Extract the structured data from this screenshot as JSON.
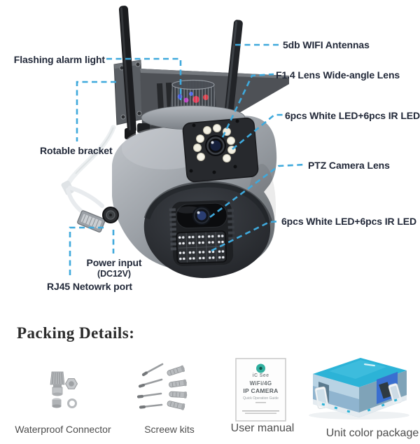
{
  "colors": {
    "callout_line": "#3fa9dc",
    "callout_text": "#222939",
    "heading_text": "#2b2b2b",
    "item_label_text": "#4d4d4d",
    "manual_teal": "#31b0a0",
    "box_teal": "#2cb3d7"
  },
  "callouts": {
    "flashing_alarm_light": "Flashing alarm light",
    "rotable_bracket": "Rotable bracket",
    "wifi_antennas": "5db WIFI Antennas",
    "wide_angle_lens": "F1.4 Lens Wide-angle Lens",
    "top_led": "6pcs White LED+6pcs IR LED",
    "ptz_lens": "PTZ Camera Lens",
    "bottom_led": "6pcs White LED+6pcs IR LED",
    "power_input": "Power input",
    "power_input_sub": "(DC12V)",
    "rj45": "RJ45 Netowrk port"
  },
  "packing": {
    "heading": "Packing Details:",
    "items": [
      {
        "label": "Waterproof Connector"
      },
      {
        "label": "Screew kits"
      },
      {
        "label": "User manual"
      },
      {
        "label": "Unit color package"
      }
    ]
  },
  "manual_card": {
    "brand": "iC See",
    "line1": "WiFi/4G",
    "line2": "IP CAMERA",
    "line3": "Quick Operation Guide"
  }
}
